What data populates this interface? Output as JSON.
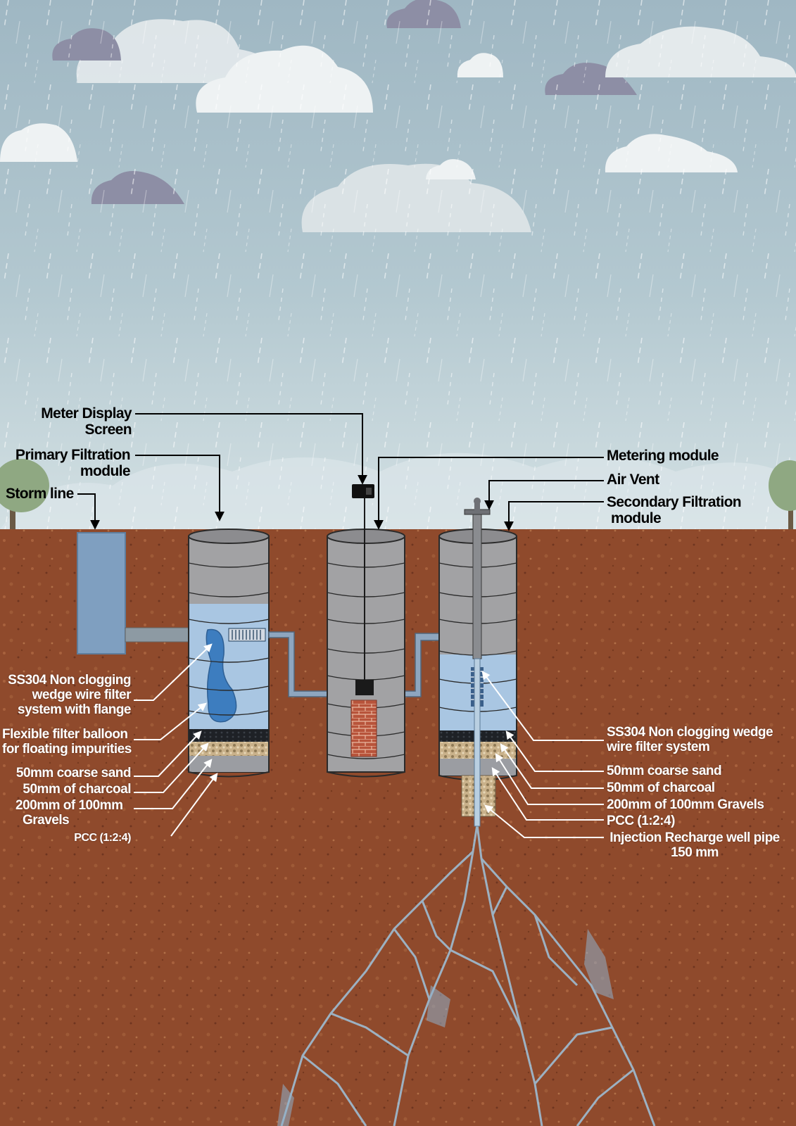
{
  "labels": {
    "meter_display_line1": "Meter Display",
    "meter_display_line2": "Screen",
    "primary_line1": "Primary Filtration",
    "primary_line2": "module",
    "storm_line": "Storm line",
    "metering_module": "Metering module",
    "air_vent": "Air Vent",
    "secondary_line1": "Secondary Filtration",
    "secondary_line2": "module"
  },
  "left_callouts": {
    "ss304_line1": "SS304 Non clogging",
    "ss304_line2": "wedge wire filter",
    "ss304_line3": "system with flange",
    "balloon_line1": "Flexible filter balloon",
    "balloon_line2": "for floating impurities",
    "sand": "50mm coarse sand",
    "charcoal": "50mm of charcoal",
    "gravel_line1": "200mm of 100mm",
    "gravel_line2": "Gravels",
    "pcc": "PCC (1:2:4)"
  },
  "right_callouts": {
    "ss304_line1": "SS304 Non clogging wedge",
    "ss304_line2": "wire filter system",
    "sand": "50mm coarse sand",
    "charcoal": "50mm of charcoal",
    "gravel": "200mm of 100mm Gravels",
    "pcc": "PCC (1:2:4)",
    "injection_line1": "Injection Recharge  well pipe",
    "injection_line2": "150 mm"
  },
  "colors": {
    "sky_top": "#9fb7c3",
    "sky_bottom": "#d3e0e3",
    "soil": "#8f4a2c",
    "tank_gray": "#a2a2a4",
    "water": "#a9c6e2",
    "pipe": "#6f8fb0",
    "callout_line": "#ffffff",
    "label_text": "#000000"
  },
  "icons": [
    "rain-cloud-icon",
    "tree-icon",
    "meter-display-icon",
    "air-vent-icon",
    "arrow-down-icon"
  ]
}
